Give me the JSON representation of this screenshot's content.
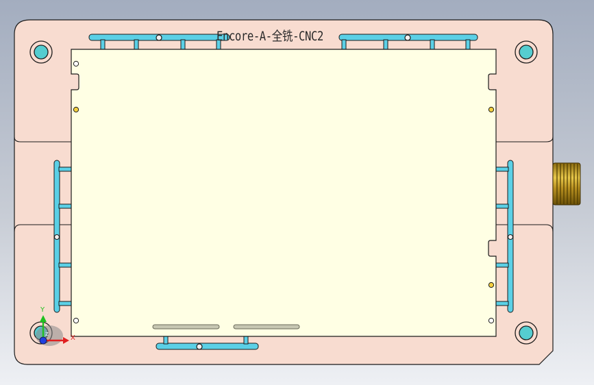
{
  "viewport": {
    "part_title": "Encore-A-全铣-CNC2",
    "triad": {
      "x_label": "X",
      "y_label": "Y",
      "z_label": "Z"
    }
  },
  "colors": {
    "background_top": "#a3adbf",
    "background_bottom": "#eef0f4",
    "base_plate": "#f8dcd0",
    "pcb_board": "#ffffe4",
    "bracket": "#5bd0e6",
    "mounting_hole": "#55cdd0",
    "connector_gold": "#d6b23a",
    "axis_x": "#e02020",
    "axis_y": "#20c020",
    "axis_z": "#2040e0"
  },
  "icons": {
    "corner_holes": "mounting-hole-icon",
    "connector": "sma-connector-icon",
    "triad": "coordinate-triad-icon"
  }
}
